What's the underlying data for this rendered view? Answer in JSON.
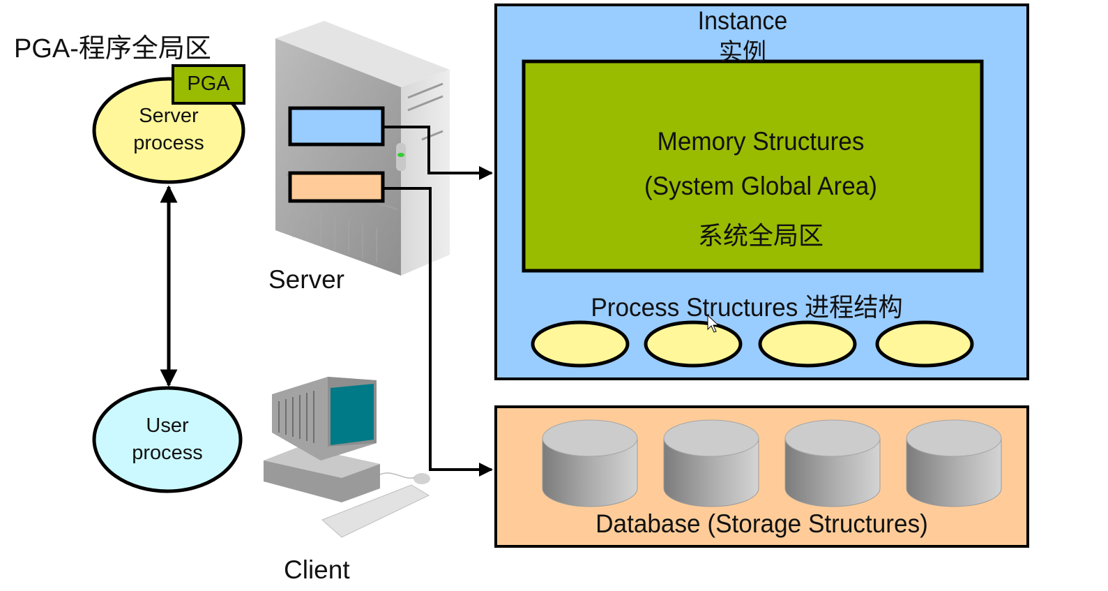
{
  "pga_title": "PGA-程序全局区",
  "pga_box": {
    "label": "PGA",
    "color": "#99bb00"
  },
  "server_process": {
    "line1": "Server",
    "line2": "process",
    "color": "#fff799"
  },
  "user_process": {
    "line1": "User",
    "line2": "process",
    "color": "#ccf9ff"
  },
  "server_label": "Server",
  "client_label": "Client",
  "server_blocks": {
    "instance_color": "#99ccff",
    "database_color": "#ffcc99"
  },
  "instance": {
    "title": "Instance",
    "title_cn": "实例",
    "color": "#99ccff",
    "sga": {
      "line1": "Memory Structures",
      "line2": "(System Global Area)",
      "line3": "系统全局区",
      "color": "#99bb00"
    },
    "process_structures": {
      "label": "Process Structures 进程结构",
      "ellipse_count": 4,
      "ellipse_color": "#fff799"
    }
  },
  "database": {
    "label": "Database (Storage Structures)",
    "color": "#ffcc99",
    "cylinder_count": 4
  }
}
